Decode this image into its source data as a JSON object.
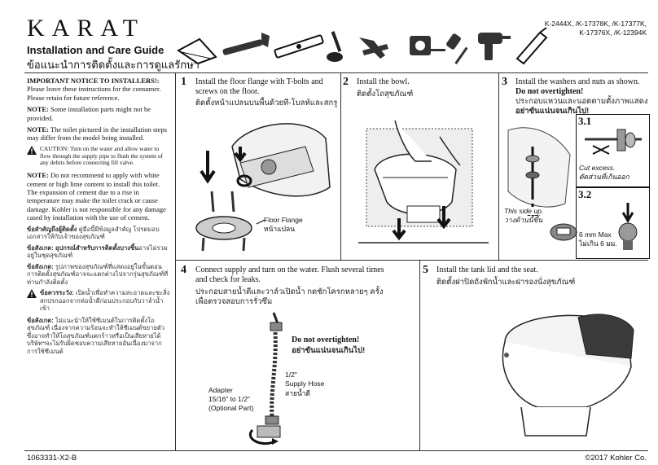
{
  "header": {
    "brand": "KARAT",
    "title": "Installation and Care Guide",
    "title_th": "ข้อแนะนำการติดตั้งและการดูแลรักษา",
    "models": "K-2444X, /K-17378K, /K-17377K,\nK-17376X, /K-12394K"
  },
  "notices": {
    "heading": "IMPORTANT NOTICE TO INSTALLERS!:",
    "p1": "Please leave these instructions for the consumer. Please retain for future reference.",
    "note1_label": "NOTE:",
    "note1": " Some installation parts might not be provided.",
    "note2_label": "NOTE:",
    "note2": " The toilet pictured in the installation steps may differ from the model being installed.",
    "caution": "CAUTION: Turn on the water and allow water to flow through the supply pipe to flush the system of any debris before connecting fill valve.",
    "note3_label": "NOTE:",
    "note3": " Do not recommend to apply with white cement or high lime content to install this toilet. The expansion of cement due to a rise in temperature may make the toilet crack or cause damage. Kohler is not responsible for any damage cased by installation with the use of cement.",
    "th1_label": "ข้อสำคัญถึงผู้ติดตั้ง",
    "th1": " คู่มือนี้มีข้อมูลสำคัญ โปรดมอบเอกสารให้กับเจ้าของสุขภัณฑ์",
    "th2_label": "ข้อสังเกต: อุปกรณ์สำหรับการติดตั้งบางชิ้น",
    "th2": "อาจไม่รวมอยู่ในชุดสุขภัณฑ์",
    "th3_label": "ข้อสังเกต:",
    "th3": " รูปภาพของสุขภัณฑ์ที่แสดงอยู่ในขั้นตอนการติดตั้งสุขภัณฑ์อาจจะแตกต่างไปจากรุ่นสุขภัณฑ์ที่ท่านกำลังติดตั้ง",
    "th4_label": "ข้อควรระวัง:",
    "th4": " เปิดน้ำเพื่อทำความสะอาดและชะสิ่งสกปรกออกจากท่อน้ำดีก่อนประกอบกับวาล์วน้ำเข้า",
    "th5_label": "ข้อสังเกต:",
    "th5": " ไม่แนะนำให้ใช้ซีเมนต์ในการติดตั้งโถสุขภัณฑ์ เนื่องจากความร้อนจะทำให้ซีเมนต์ขยายตัวซึ่งอาจทำให้โถสุขภัณฑ์แตกร้าวหรือเป็นเสียหายได้ บริษัทฯจะไม่รับผิดชอบความเสียหายอันเนื่องมาจากการใช้ซีเมนต์"
  },
  "steps": [
    {
      "num": "1",
      "text": "Install the floor flange with T-bolts and screws on the floor.",
      "th": "ติดตั้งหน้าแปลนบนพื้นด้วยที-โบลท์และสกรู"
    },
    {
      "num": "2",
      "text": "Install the bowl.",
      "th": "ติดตั้งโถสุขภัณฑ์"
    },
    {
      "num": "3",
      "text": "Install the washers and nuts as shown.",
      "warn": "Do not overtighten!",
      "th": "ประกอบแหวนและนอตตามตั้งภาพแสดง",
      "th_warn": "อย่าขันแน่นจนเกินไป!"
    },
    {
      "num": "4",
      "text": "Connect supply and turn on the water. Flush several times and check for leaks.",
      "th": "ประกอบสายน้ำดีและวาล์วเปิดน้ำ กดชักโครกหลายๆ ครั้ง เพื่อตรวจสอบการรั่วซึม"
    },
    {
      "num": "5",
      "text": "Install the tank lid and the seat.",
      "th": "ติดตั้งฝาปิดถังพักน้ำและฝารองนั่งสุขภัณฑ์"
    }
  ],
  "labels": {
    "floor_flange": "Floor Flange",
    "floor_flange_th": "หน้าแปลน",
    "sub31": "3.1",
    "sub32": "3.2",
    "cut_excess": "Cut excess.",
    "cut_excess_th": "ตัดส่วนที่เกินออก",
    "this_side_up": "This side up.",
    "this_side_up_th": "วางด้านนี้ขึ้น",
    "mm_max": "6 mm Max",
    "mm_max_th": "ไม่เกิน 6 มม.",
    "no_overtighten": "Do not overtighten!",
    "no_overtighten_th": "อย่าขันแน่นจนเกินไป!",
    "hose_size": "1/2\"",
    "supply_hose": "Supply Hose",
    "supply_hose_th": "สายน้ำดี",
    "adapter": "Adapter",
    "adapter_size": "15/16\" to 1/2\"",
    "optional_part": "(Optional Part)"
  },
  "footer": {
    "code": "1063331-X2-B",
    "copyright": "©2017 Kohler Co."
  }
}
